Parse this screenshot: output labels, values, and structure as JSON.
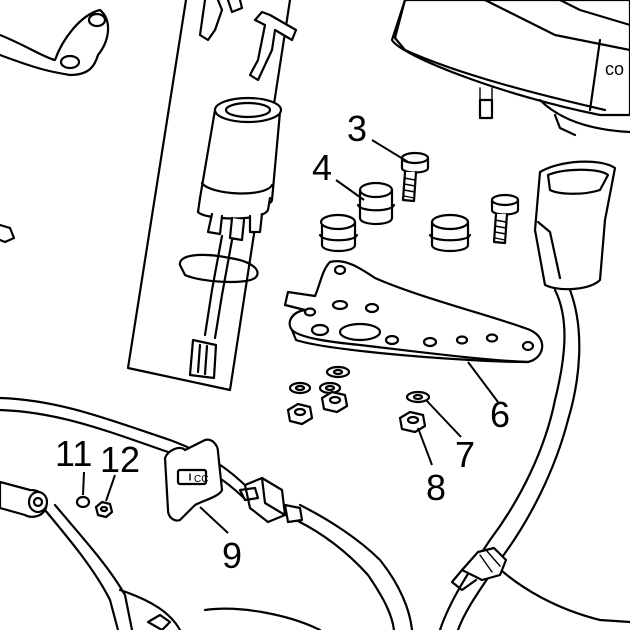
{
  "callouts": {
    "c3": "3",
    "c4": "4",
    "c6": "6",
    "c7": "7",
    "c8": "8",
    "c9": "9",
    "c11": "11",
    "c12": "12"
  }
}
